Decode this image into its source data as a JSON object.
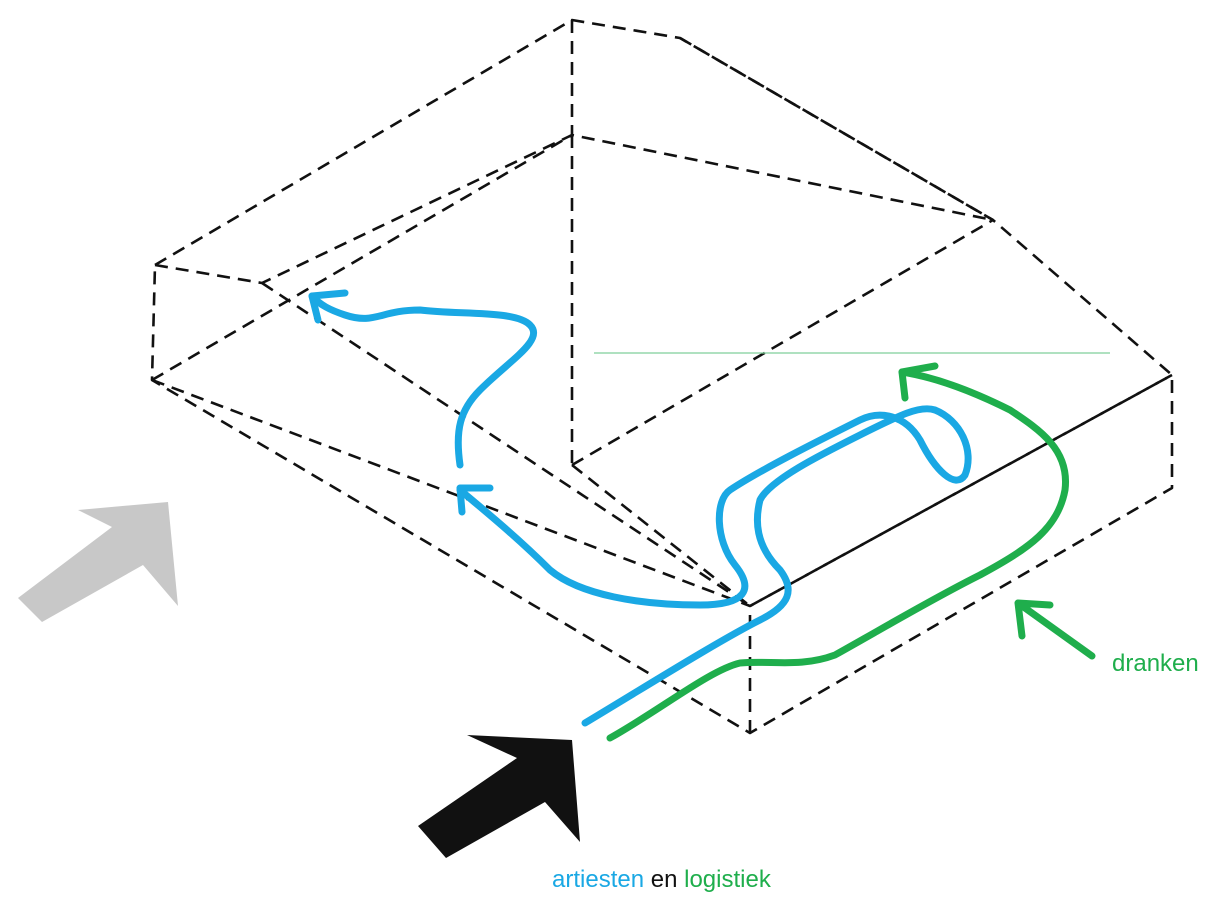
{
  "labels": {
    "dranken": "dranken",
    "caption_part1": "artiesten",
    "caption_part2": "en",
    "caption_part3": "logistiek"
  },
  "colors": {
    "artiesten_route": "#1aa8e4",
    "logistiek_route": "#1fae4c",
    "caption_connector": "#111111",
    "main_entrance_arrow": "#111111",
    "secondary_arrow": "#c8c8c8",
    "building_outline": "#111111",
    "reference_line": "#7fcf9a"
  },
  "icons": {
    "main_entrance": "arrow-up-right-icon",
    "secondary_entrance": "arrow-up-right-icon",
    "dranken_pointer": "arrow-up-left-icon"
  }
}
